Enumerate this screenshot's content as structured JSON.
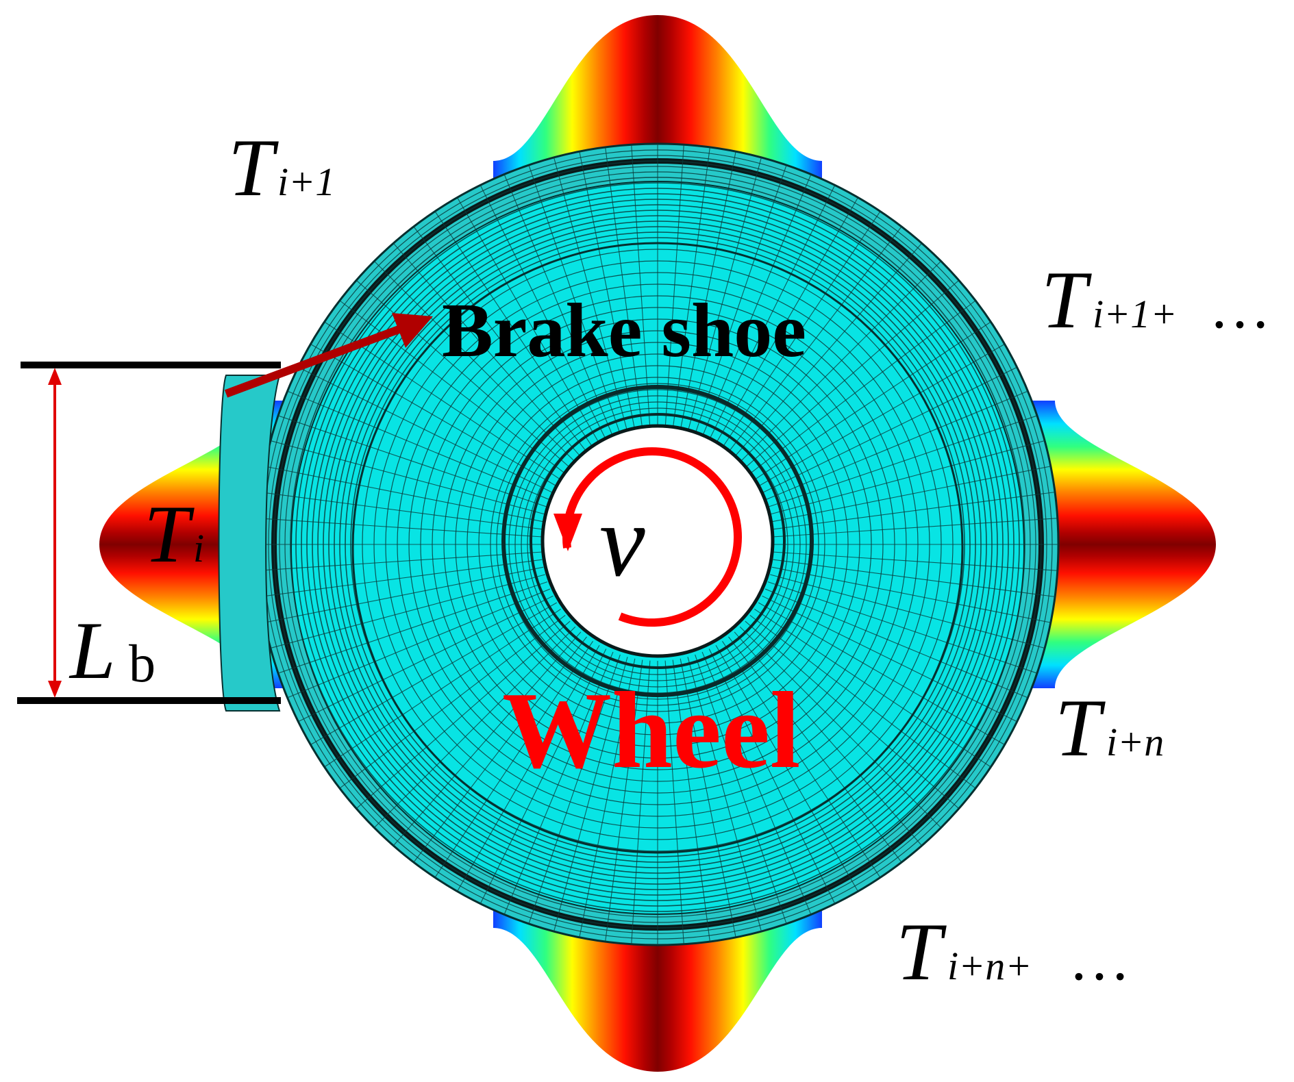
{
  "labels": {
    "brake_shoe": "Brake shoe",
    "wheel": "Wheel",
    "velocity": "v",
    "T": "T",
    "L": "L",
    "L_sub": "b",
    "sub_i": "i",
    "sub_i1": "i+1",
    "sub_i1plus": "i+1+",
    "sub_in": "i+n",
    "sub_inplus": "i+n+",
    "ellipsis": "…"
  },
  "colors": {
    "mesh_fill": "#08e4e4",
    "mesh_line": "#0b3b3b",
    "rim_fill": "#26c9c9",
    "hub_white": "#ffffff",
    "wheel_label": "#ff0000",
    "brake_label": "#000000",
    "arrow_brake": "#b00000",
    "dimension": "#e00000",
    "heat_colormap": [
      "#1040ff",
      "#00e0ff",
      "#30ff80",
      "#ffff00",
      "#ff8000",
      "#ff0000",
      "#c00000",
      "#800000"
    ]
  },
  "icons": {
    "rotation": "rotation-arrow-icon",
    "brake_pointer": "arrow-icon",
    "dimension": "dimension-arrow-icon"
  }
}
